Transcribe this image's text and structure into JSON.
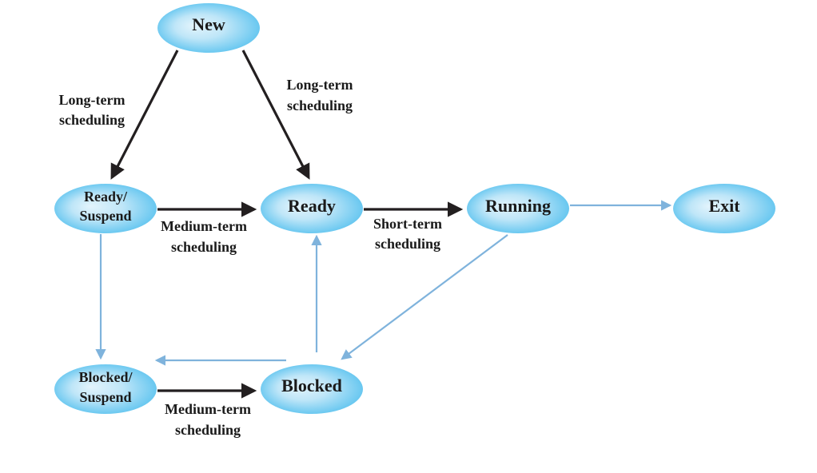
{
  "colors": {
    "node_fill_light": "#e3f4fc",
    "node_fill_dark": "#5cc3ef",
    "dark_arrow": "#231f20",
    "light_arrow": "#7fb3dc"
  },
  "nodes": {
    "new": "New",
    "ready_suspend_1": "Ready/",
    "ready_suspend_2": "Suspend",
    "ready": "Ready",
    "running": "Running",
    "exit": "Exit",
    "blocked_suspend_1": "Blocked/",
    "blocked_suspend_2": "Suspend",
    "blocked": "Blocked"
  },
  "edges": {
    "new_to_ready_suspend": {
      "line1": "Long-term",
      "line2": "scheduling"
    },
    "new_to_ready": {
      "line1": "Long-term",
      "line2": "scheduling"
    },
    "ready_suspend_to_ready": {
      "line1": "Medium-term",
      "line2": "scheduling"
    },
    "ready_to_running": {
      "line1": "Short-term",
      "line2": "scheduling"
    },
    "blocked_suspend_to_blocked": {
      "line1": "Medium-term",
      "line2": "scheduling"
    }
  }
}
